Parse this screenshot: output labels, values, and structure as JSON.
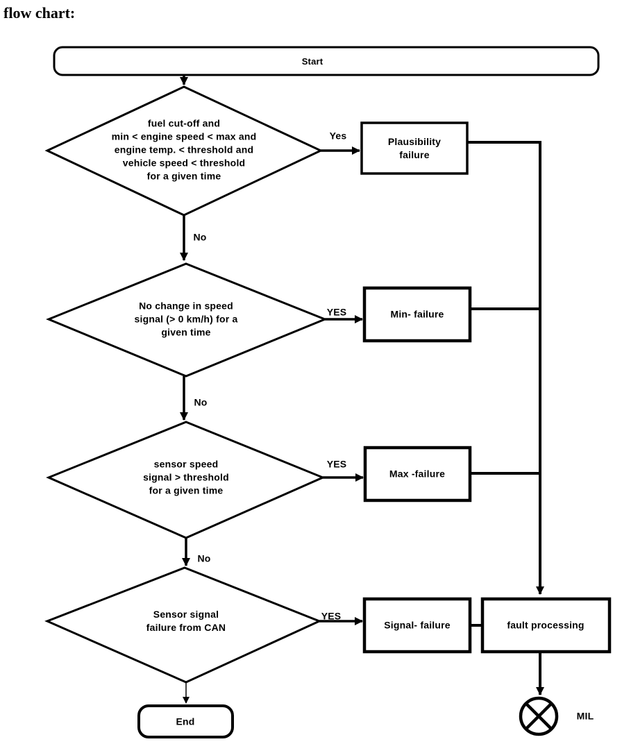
{
  "page": {
    "title": "flow chart:"
  },
  "colors": {
    "stroke": "#000000",
    "background": "#ffffff"
  },
  "nodes": {
    "start": {
      "label": "Start",
      "shape": "rounded-rect"
    },
    "decision1": {
      "label": "fuel cut-off and\nmin < engine speed < max and\nengine temp. < threshold and\nvehicle speed < threshold\nfor a given time",
      "shape": "diamond"
    },
    "decision2": {
      "label": "No change in speed\nsignal (> 0 km/h) for a\ngiven time",
      "shape": "diamond"
    },
    "decision3": {
      "label": "sensor speed\nsignal > threshold\nfor a given time",
      "shape": "diamond"
    },
    "decision4": {
      "label": "Sensor signal\nfailure from CAN",
      "shape": "diamond"
    },
    "plausibility": {
      "label": "Plausibility\nfailure",
      "shape": "rect"
    },
    "min_failure": {
      "label": "Min- failure",
      "shape": "rect"
    },
    "max_failure": {
      "label": "Max -failure",
      "shape": "rect"
    },
    "signal_failure": {
      "label": "Signal- failure",
      "shape": "rect"
    },
    "fault_processing": {
      "label": "fault processing",
      "shape": "rect"
    },
    "end": {
      "label": "End",
      "shape": "rounded-rect"
    },
    "mil": {
      "label": "MIL",
      "shape": "circle-x-lamp"
    }
  },
  "edges": {
    "yes1": "Yes",
    "no1": "No",
    "yes2": "YES",
    "no2": "No",
    "yes3": "YES",
    "no3": "No",
    "yes4": "YES"
  }
}
